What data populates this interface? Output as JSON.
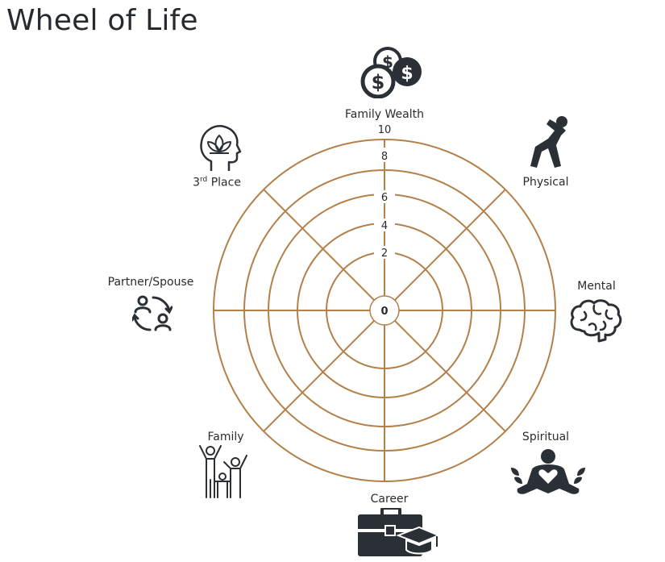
{
  "title": "Wheel of Life",
  "colors": {
    "ring": "#b3804a",
    "icon": "#2b2f36",
    "text": "#2b2b2b"
  },
  "scale": [
    "0",
    "2",
    "4",
    "6",
    "8",
    "10"
  ],
  "segments": [
    {
      "label": "Family Wealth",
      "icon": "money-coins-icon"
    },
    {
      "label": "Physical",
      "icon": "stretching-person-icon"
    },
    {
      "label": "Mental",
      "icon": "brain-icon"
    },
    {
      "label": "Spiritual",
      "icon": "meditation-heart-icon"
    },
    {
      "label": "Career",
      "icon": "briefcase-graduation-icon"
    },
    {
      "label": "Family",
      "icon": "family-icon"
    },
    {
      "label": "Partner/Spouse",
      "icon": "partner-cycle-icon"
    },
    {
      "label": "3rd Place",
      "label_base": "3",
      "label_sup": "rd",
      "label_rest": " Place",
      "icon": "lotus-head-icon"
    }
  ]
}
